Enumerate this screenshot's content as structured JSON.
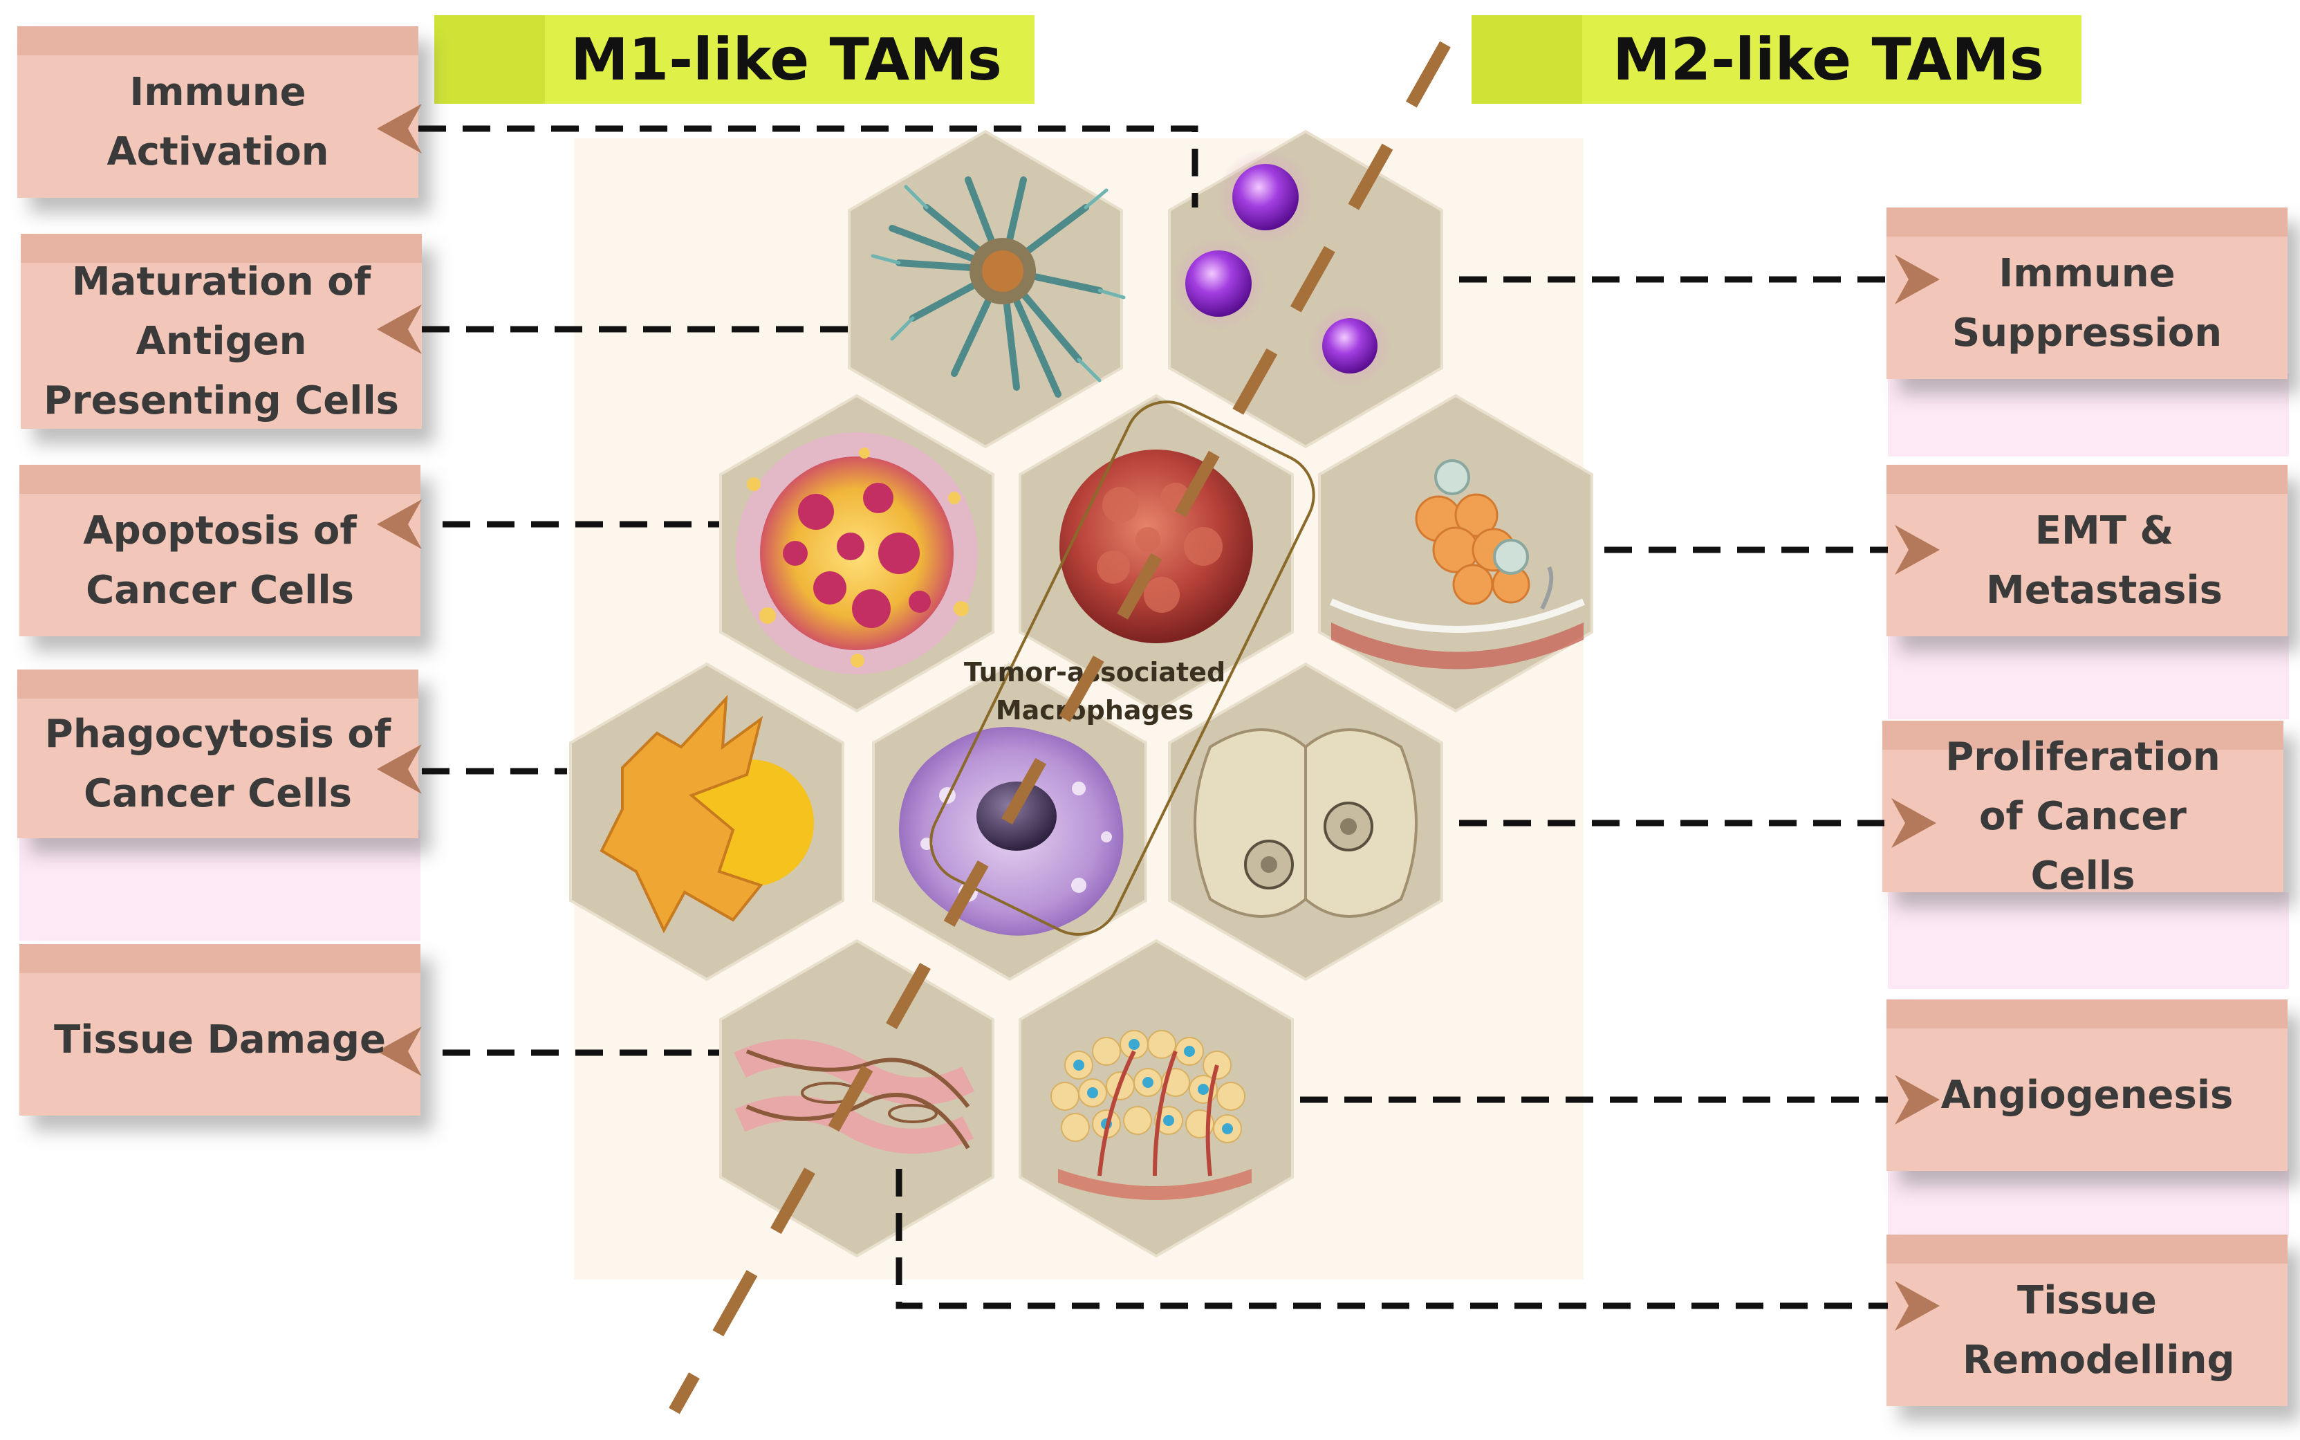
{
  "headers": {
    "m1": "M1-like TAMs",
    "m2": "M2-like TAMs"
  },
  "center_label": "Tumor-associated Macrophages",
  "center_label_lines": [
    "Tumor-associated",
    "Macrophages"
  ],
  "left_labels": [
    {
      "id": "immune-activation",
      "text": "Immune Activation"
    },
    {
      "id": "maturation-apc",
      "text": "Maturation of Antigen Presenting Cells"
    },
    {
      "id": "apoptosis-cancer",
      "text": "Apoptosis of Cancer Cells"
    },
    {
      "id": "phagocytosis-cancer",
      "text": "Phagocytosis of Cancer Cells"
    },
    {
      "id": "tissue-damage",
      "text": "Tissue Damage"
    }
  ],
  "right_labels": [
    {
      "id": "immune-suppression",
      "text": "Immune Suppression"
    },
    {
      "id": "emt-metastasis",
      "text": "EMT & Metastasis"
    },
    {
      "id": "proliferation-cancer",
      "text": "Proliferation of Cancer Cells"
    },
    {
      "id": "angiogenesis",
      "text": "Angiogenesis"
    },
    {
      "id": "tissue-remodelling",
      "text": "Tissue Remodelling"
    }
  ],
  "colors": {
    "header_bg": "#dff048",
    "label_bg": "#f2c7b9",
    "label_band": "#e7b4a3",
    "arrow": "#b4795a",
    "hex_bg": "#d2c8b0",
    "divider": "#a6703a"
  }
}
